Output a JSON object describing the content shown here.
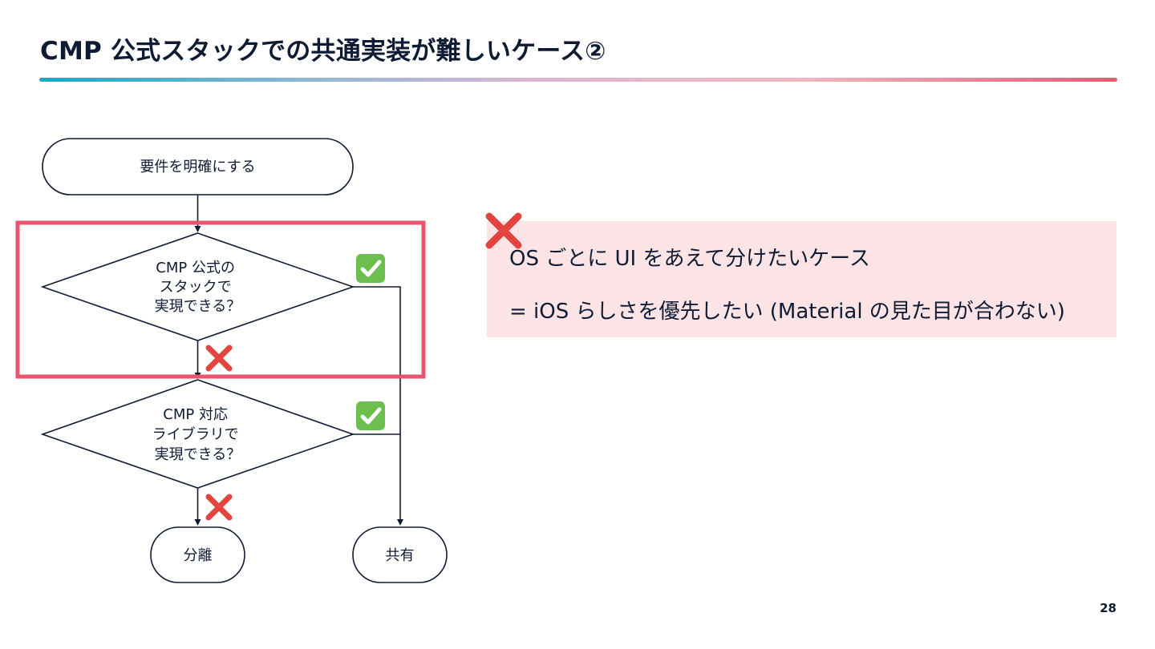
{
  "slide": {
    "title": "CMP 公式スタックでの共通実装が難しいケース②",
    "page_number": "28"
  },
  "flowchart": {
    "start": "要件を明確にする",
    "decision1": {
      "lines": [
        "CMP 公式の",
        "スタックで",
        "実現できる？"
      ]
    },
    "decision2": {
      "lines": [
        "CMP 対応",
        "ライブラリで",
        "実現できる？"
      ]
    },
    "end_split": "分離",
    "end_share": "共有",
    "yes_icon": "check-mark-icon",
    "no_icon": "cross-mark-icon",
    "highlight_color": "#e9546b"
  },
  "note": {
    "icon": "cross-mark-icon",
    "line1": "OS ごとに UI をあえて分けたいケース",
    "line2": "= iOS らしさを優先したい (Material の見た目が合わない)",
    "background": "#fce4e6"
  }
}
